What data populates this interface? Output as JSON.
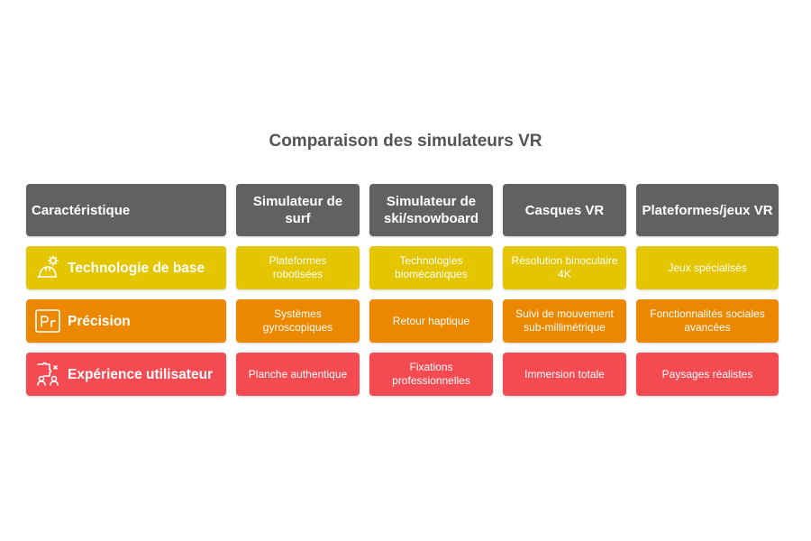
{
  "title": "Comparaison des simulateurs VR",
  "header": {
    "col0": "Caractéristique",
    "col1": "Simulateur de surf",
    "col2": "Simulateur de ski/snowboard",
    "col3": "Casques VR",
    "col4": "Plateformes/jeux VR"
  },
  "rows": [
    {
      "label": "Technologie de base",
      "icon": "helmet-gear-icon",
      "color": "#e3c500",
      "cells": [
        "Plateformes robotisées",
        "Technologies biomécaniques",
        "Résolution binoculaire 4K",
        "Jeux spécialisés"
      ]
    },
    {
      "label": "Précision",
      "icon": "premiere-pro-icon",
      "color": "#ec8700",
      "cells": [
        "Systèmes gyroscopiques",
        "Retour haptique",
        "Suivi de mouvement sub-millimétrique",
        "Fonctionnalités sociales avancées"
      ]
    },
    {
      "label": "Expérience utilisateur",
      "icon": "puzzle-users-icon",
      "color": "#f44b52",
      "cells": [
        "Planche authentique",
        "Fixations professionnelles",
        "Immersion totale",
        "Paysages réalistes"
      ]
    }
  ],
  "colors": {
    "header": "#616161",
    "title": "#545454"
  }
}
